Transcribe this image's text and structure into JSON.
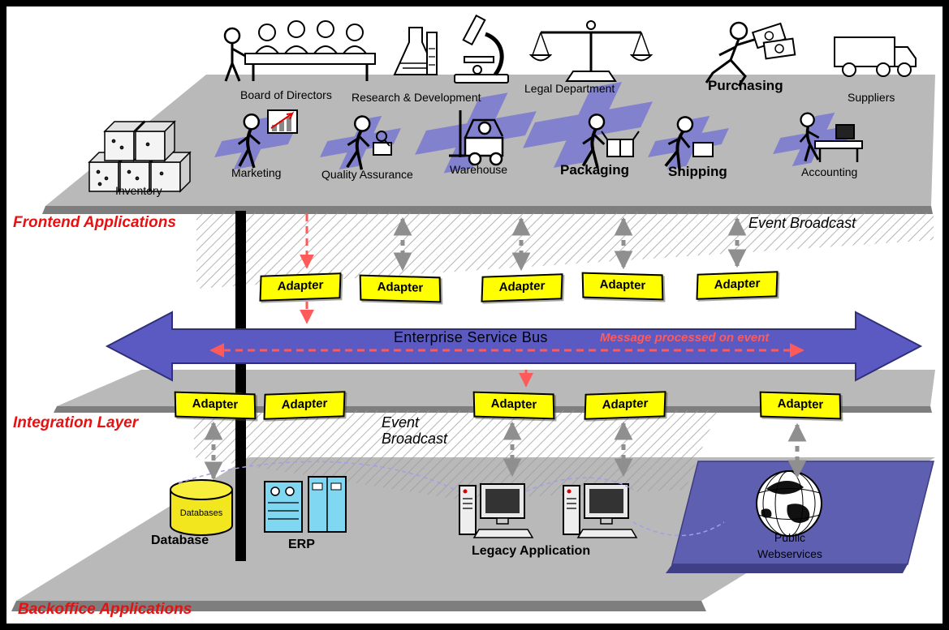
{
  "frontend": {
    "layer_label": "Frontend Applications",
    "event_broadcast": "Event Broadcast",
    "top_departments": [
      "Board of Directors",
      "Research & Development",
      "Legal Department",
      "Purchasing",
      "Suppliers"
    ],
    "bottom_departments": [
      "Inventory",
      "Marketing",
      "Quality Assurance",
      "Warehouse",
      "Packaging",
      "Shipping",
      "Accounting"
    ]
  },
  "integration": {
    "layer_label": "Integration Layer",
    "adapter_label": "Adapter",
    "esb_label": "Enterprise Service Bus",
    "esb_note": "Message processed on event",
    "event_broadcast": "Event Broadcast"
  },
  "backoffice": {
    "layer_label": "Backoffice Applications",
    "databases_small_label": "Databases",
    "database_label": "Database",
    "erp_label": "ERP",
    "legacy_label": "Legacy Application",
    "webservices_label": "Public Webservices"
  },
  "colors": {
    "adapter_yellow": "#ffff00",
    "esb_purple": "#5a5ac2",
    "platform_gray": "#b9b9b9",
    "layer_label_red": "#e81010",
    "note_red": "#ff5a5a",
    "webservices_purple": "#5f5fb2",
    "erp_blue": "#7fd7f2",
    "database_yellow": "#f2e61e"
  }
}
